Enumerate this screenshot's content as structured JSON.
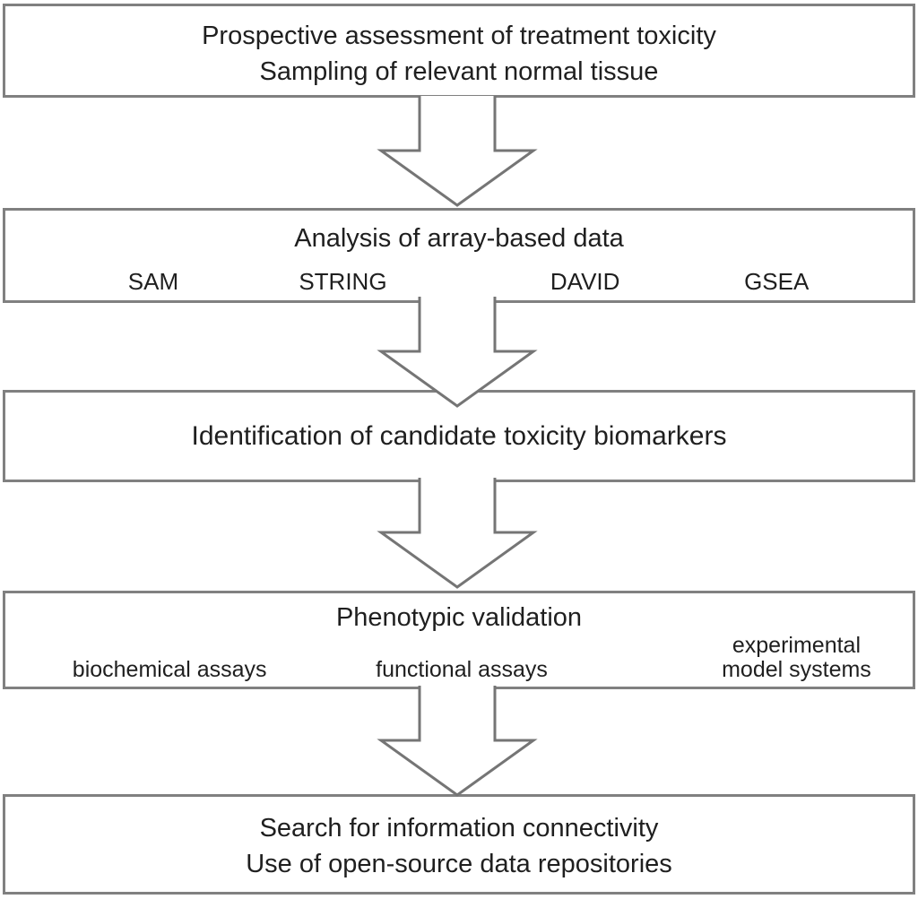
{
  "flowchart": {
    "box1": {
      "line1": "Prospective assessment of treatment toxicity",
      "line2": "Sampling of relevant normal tissue"
    },
    "box2": {
      "title": "Analysis of array-based data",
      "tools": [
        "SAM",
        "STRING",
        "DAVID",
        "GSEA"
      ]
    },
    "box3": {
      "line1": "Identification of candidate toxicity biomarkers"
    },
    "box4": {
      "title": "Phenotypic validation",
      "sub_left": "biochemical assays",
      "sub_center": "functional assays",
      "sub_right_line1": "experimental",
      "sub_right_line2": "model systems"
    },
    "box5": {
      "line1": "Search for information connectivity",
      "line2": "Use of open-source data repositories"
    },
    "icons": {
      "connector": "down-block-arrow"
    },
    "colors": {
      "box_border": "#808080",
      "arrow_outline": "#757575",
      "text": "#1f1f1f",
      "background": "#ffffff"
    }
  }
}
